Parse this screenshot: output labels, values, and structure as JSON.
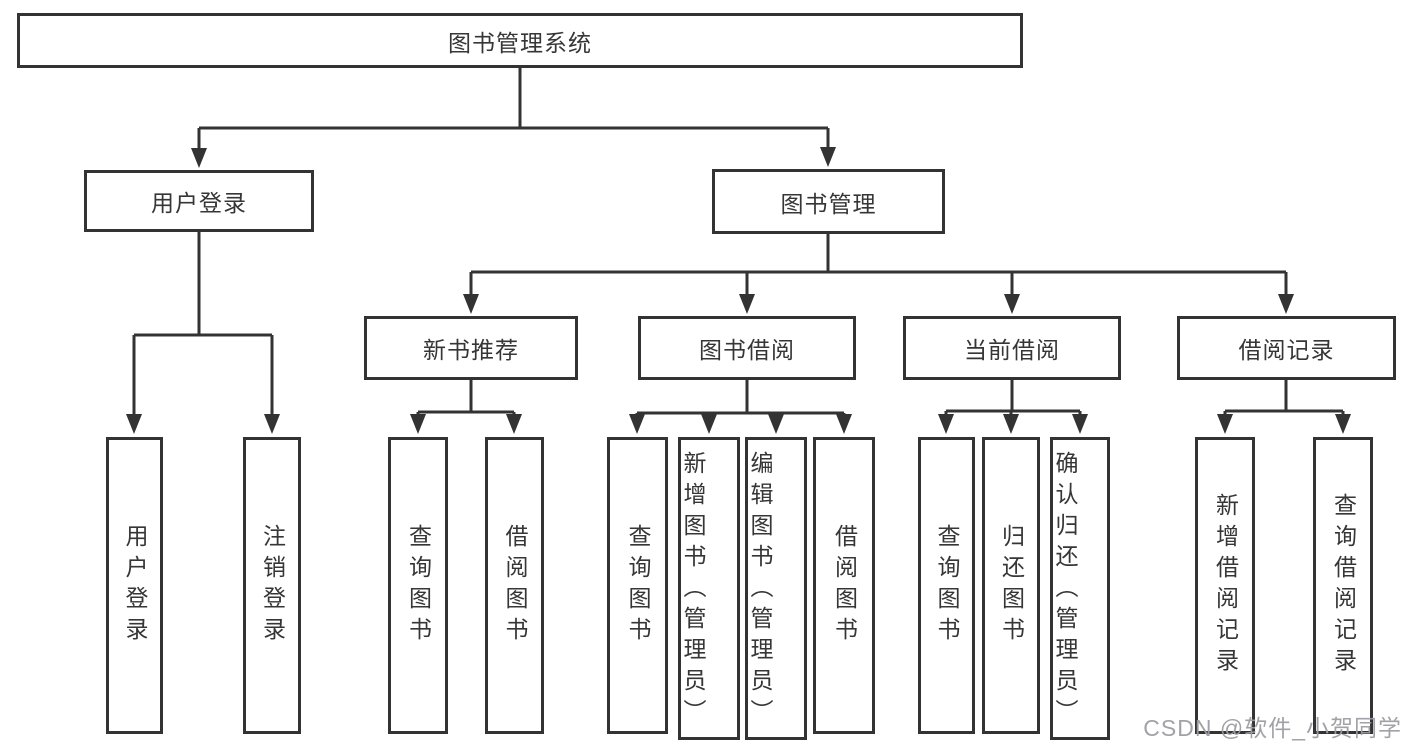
{
  "tree": {
    "root": "图书管理系统",
    "branches": [
      {
        "label": "用户登录",
        "children": [
          "用户登录",
          "注销登录"
        ]
      },
      {
        "label": "图书管理",
        "sections": [
          {
            "label": "新书推荐",
            "children": [
              "查询图书",
              "借阅图书"
            ]
          },
          {
            "label": "图书借阅",
            "children": [
              "查询图书",
              "新增图书（管理员）",
              "编辑图书（管理员）",
              "借阅图书"
            ]
          },
          {
            "label": "当前借阅",
            "children": [
              "查询图书",
              "归还图书",
              "确认归还（管理员）"
            ]
          },
          {
            "label": "借阅记录",
            "children": [
              "新增借阅记录",
              "查询借阅记录"
            ]
          }
        ]
      }
    ]
  },
  "watermark": "CSDN @软件_小贺同学",
  "colors": {
    "line": "#333333",
    "box_border": "#333333",
    "text": "#363636",
    "watermark": "#9c9ca2",
    "background": "#ffffff"
  }
}
